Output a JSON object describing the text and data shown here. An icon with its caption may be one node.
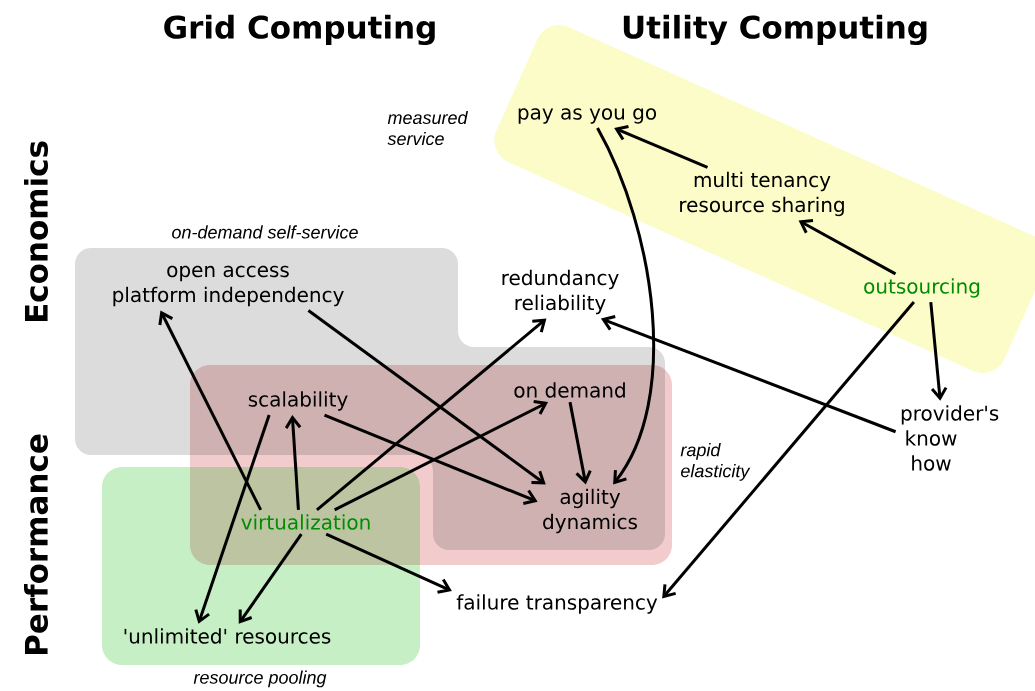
{
  "diagram": {
    "nodes": [
      {
        "text": [
          "on-demand self-service"
        ]
      },
      {
        "text": [
          "open access",
          "platform independency"
        ],
        "in": 0
      },
      {
        "text": [
          "measured service"
        ]
      },
      {
        "text": [
          "pay as you go"
        ],
        "in": 2
      },
      {
        "text": [
          "multi tenancy",
          "resource sharing"
        ],
        "in": 2
      },
      {
        "text": [
          "redundancy",
          "reliability"
        ]
      },
      {
        "text": [
          "outsourcing"
        ],
        "in": 2
      },
      {
        "text": [
          "rapid elasticity"
        ]
      },
      {
        "text": [
          "scalability"
        ],
        "in": 7
      },
      {
        "text": [
          "on demand"
        ],
        "in": 7
      },
      {
        "text": [
          "provider's know how"
        ]
      },
      {
        "text": [
          "agility",
          "dynamics"
        ],
        "in": 7
      },
      {
        "text": [
          "resource pooling"
        ]
      },
      {
        "text": [
          "virtualization"
        ]
      },
      {
        "text": [
          "failure transparency"
        ]
      },
      {
        "text": [
          "'unlimited' resources"
        ],
        "in": 12
      }
    ],
    "edges": [
      {
        "from": 13,
        "to": 1,
        "arrow": "to"
      },
      {
        "from": 13,
        "to": 8,
        "arrow": "to"
      },
      {
        "from": 13,
        "to": 5,
        "arrow": "to"
      },
      {
        "from": 13,
        "to": 9,
        "arrow": "to"
      },
      {
        "from": 13,
        "to": 14,
        "arrow": "to"
      },
      {
        "from": 13,
        "to": 15,
        "arrow": "to"
      },
      {
        "from": 8,
        "to": 15,
        "arrow": "to"
      },
      {
        "from": 8,
        "to": 11,
        "arrow": "to"
      },
      {
        "from": 1,
        "to": 11,
        "arrow": "to"
      },
      {
        "from": 9,
        "to": 11,
        "arrow": "to"
      },
      {
        "from": 3,
        "to": 11,
        "arrow": "to"
      },
      {
        "from": 4,
        "to": 3,
        "arrow": "to"
      },
      {
        "from": 6,
        "to": 4,
        "arrow": "to"
      },
      {
        "from": 6,
        "to": 10,
        "arrow": "to"
      },
      {
        "from": 6,
        "to": 14,
        "arrow": "to"
      },
      {
        "from": 10,
        "to": 5,
        "arrow": "to"
      }
    ],
    "labels": [
      "Grid Computing",
      "Utility Computing",
      "Economics",
      "Performance"
    ]
  }
}
